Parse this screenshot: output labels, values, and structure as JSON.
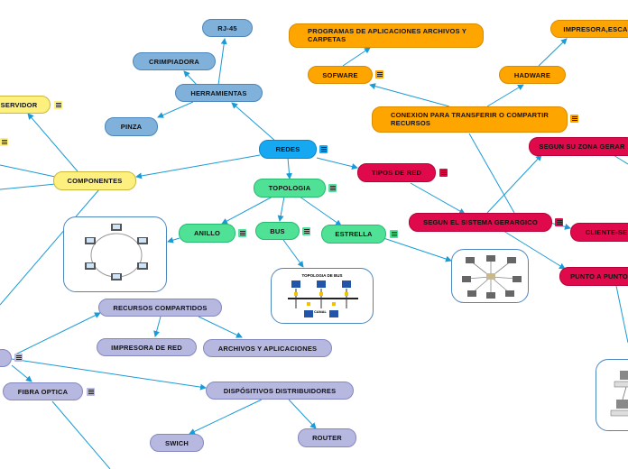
{
  "nodes": {
    "redes": "REDES",
    "herramientas": "HERRAMIENTAS",
    "rj45": "RJ-45",
    "crimpiadora": "CRIMPIADORA",
    "pinza": "PINZA",
    "servidor": "SERVIDOR",
    "componentes": "COMPONENTES",
    "topologia": "TOPOLOGIA",
    "anillo": "ANILLO",
    "bus": "BUS",
    "estrella": "ESTRELLA",
    "tipos_red": "TIPOS DE RED",
    "conexion": "CONEXION PARA TRANSFERIR O COMPARTIR RECURSOS",
    "sofware": "SOFWARE",
    "programas": "PROGRAMAS DE APLICACIONES ARCHIVOS Y CARPETAS",
    "hadware": "HADWARE",
    "impresora_esc": "IMPRESORA,ESCA",
    "segun_zona": "SEGUN SU ZONA GERAR",
    "segun_sistema": "SEGUN EL SISTEMA GERARGICO",
    "cliente_se": "CLIENTE-SE",
    "punto_a_punto": "PUNTO A PUNTO",
    "recursos_compartidos": "RECURSOS COMPARTIDOS",
    "impresora_red": "IMPRESORA DE RED",
    "archivos_aplicaciones": "ARCHIVOS Y APLICACIONES",
    "fibra_optica": "FIBRA OPTICA",
    "dispositivos": "DISPÓSITIVOS DISTRIBUIDORES",
    "swich": "SWICH",
    "router": "ROUTER"
  },
  "images": {
    "bus_title": "TOPOLOGIA DE BUS",
    "bus_canal": "CANAL"
  },
  "icons": {
    "note": "notes-icon",
    "ring": "ring-topology-image",
    "bus": "bus-topology-image",
    "star": "star-topology-image",
    "p2p": "point-to-point-image"
  },
  "colors": {
    "link": "#1a9bd7",
    "blue": "#7fb1db",
    "cyan": "#16a9f2",
    "green": "#4fe296",
    "orange": "#ffa500",
    "red": "#e0094b",
    "yellow": "#fdf07f",
    "lavender": "#b7b8e0"
  }
}
